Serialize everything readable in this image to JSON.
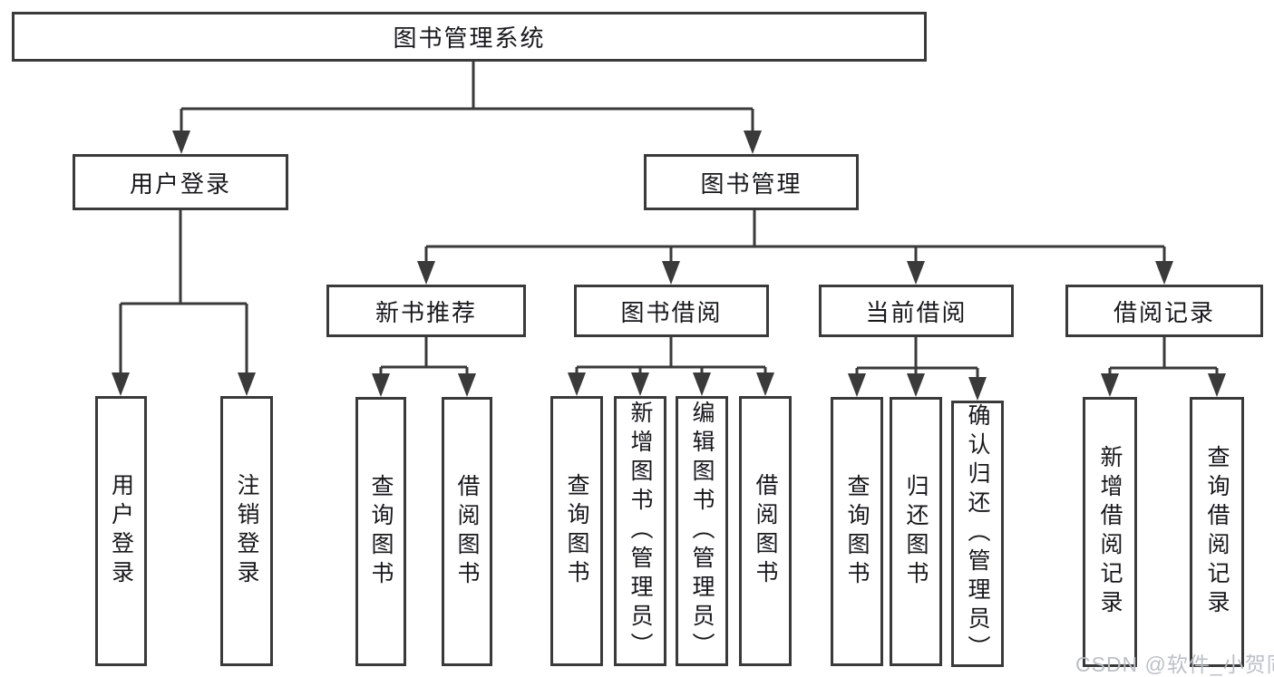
{
  "diagram": {
    "root": {
      "label": "图书管理系统"
    },
    "level2": {
      "user_login": {
        "label": "用户登录"
      },
      "book_management": {
        "label": "图书管理"
      }
    },
    "user_login_children": [
      {
        "label": "用户登录"
      },
      {
        "label": "注销登录"
      }
    ],
    "groups": [
      {
        "label": "新书推荐",
        "children": [
          {
            "label": "查询图书"
          },
          {
            "label": "借阅图书"
          }
        ]
      },
      {
        "label": "图书借阅",
        "children": [
          {
            "label": "查询图书"
          },
          {
            "label": "新增图书（管理员）"
          },
          {
            "label": "编辑图书（管理员）"
          },
          {
            "label": "借阅图书"
          }
        ]
      },
      {
        "label": "当前借阅",
        "children": [
          {
            "label": "查询图书"
          },
          {
            "label": "归还图书"
          },
          {
            "label": "确认归还（管理员）"
          }
        ]
      },
      {
        "label": "借阅记录",
        "children": [
          {
            "label": "新增借阅记录"
          },
          {
            "label": "查询借阅记录"
          }
        ]
      }
    ],
    "watermark": {
      "label": "CSDN @软件_小贺同学"
    },
    "colors": {
      "line": "#3a3a3a",
      "text": "#17181a",
      "background": "#ffffff",
      "watermark": "#b9bdc3"
    }
  }
}
